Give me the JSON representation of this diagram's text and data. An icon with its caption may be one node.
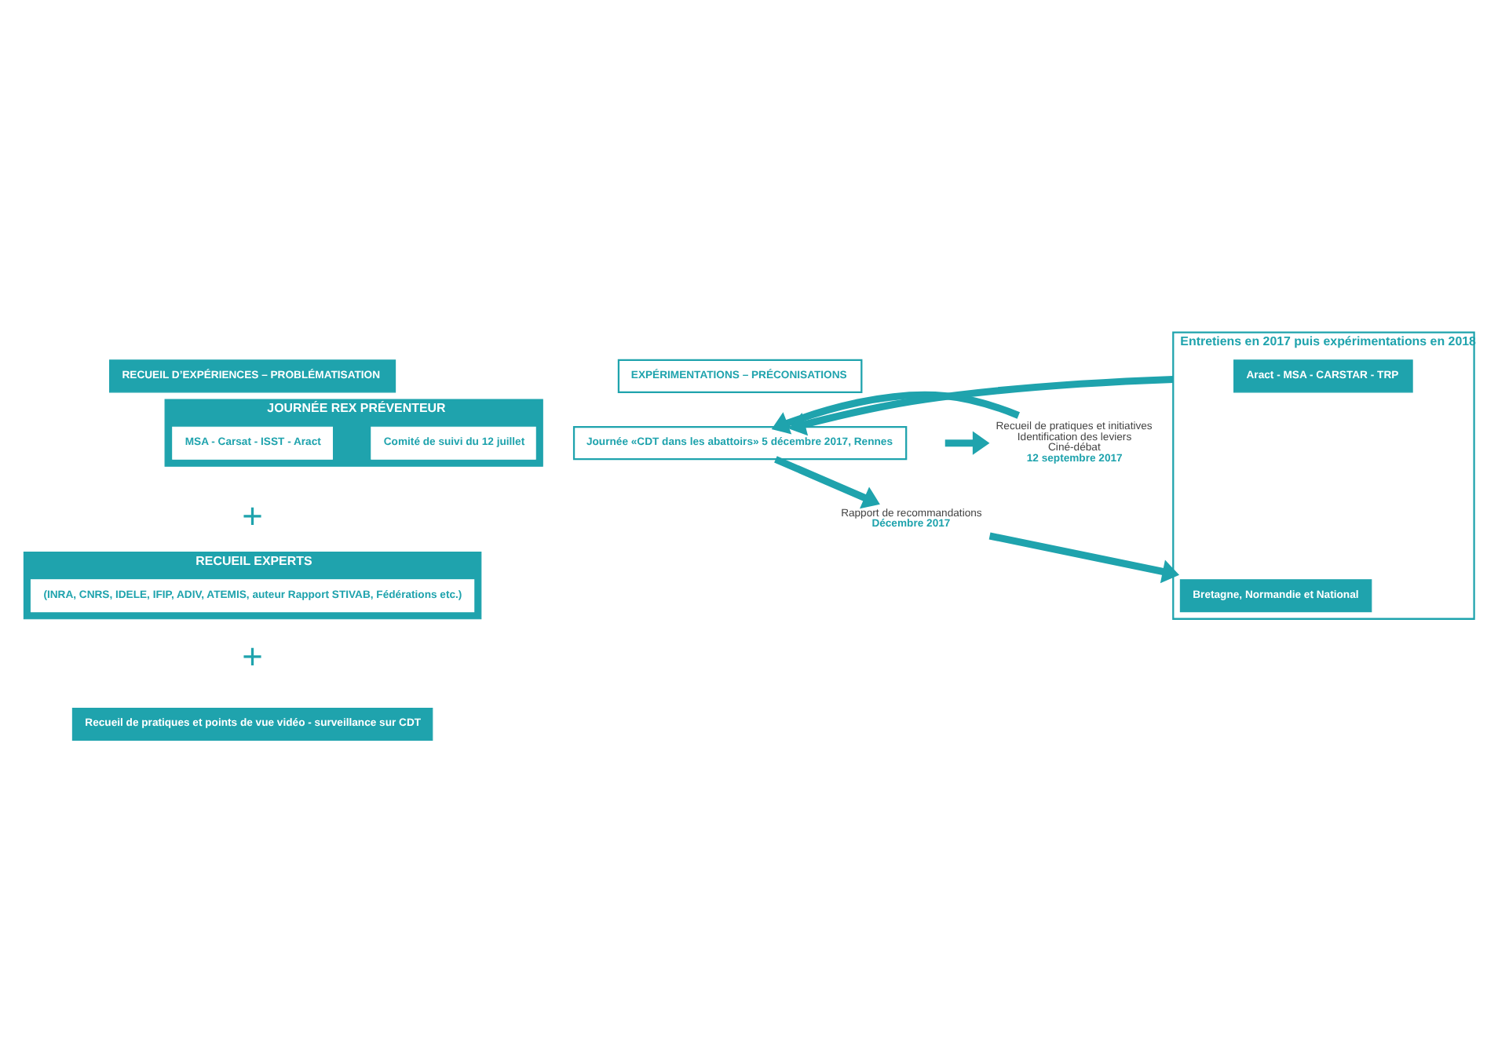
{
  "diagram": {
    "nodes": [
      {
        "text": [
          "RECUEIL D’EXPÉRIENCES – PROBLÉMATISATION"
        ]
      },
      {
        "text": [
          "EXPÉRIMENTATIONS – PRÉCONISATIONS"
        ]
      },
      {
        "text": [
          "JOURNÉE REX PRÉVENTEUR"
        ]
      },
      {
        "text": [
          "Comité de suivi du 12 juillet"
        ],
        "in": 2
      },
      {
        "text": [
          "MSA - Carsat - ISST - Aract"
        ],
        "in": 2
      },
      {
        "text": [
          "RECUEIL EXPERTS"
        ]
      },
      {
        "text": [
          "(INRA, CNRS, IDELE, IFIP, ADIV, ATEMIS, auteur Rapport STIVAB, Fédérations etc.)"
        ],
        "in": 5
      },
      {
        "text": [
          "Recueil de pratiques et points de vue vidéo - surveillance sur CDT"
        ]
      },
      {
        "text": [
          "Recueil de pratiques et initiatives",
          "Identification des leviers",
          "Ciné-débat",
          "12 septembre 2017"
        ]
      },
      {
        "text": [
          "Journée «CDT dans les abattoirs» 5 décembre 2017, Rennes"
        ]
      },
      {
        "text": [
          "Rapport de recommandations",
          "Décembre 2017"
        ]
      },
      {
        "text": [
          "Entretiens en 2017 puis expérimentations en 2018"
        ]
      },
      {
        "text": [
          "Bretagne, Normandie et National"
        ],
        "in": 11
      },
      {
        "text": [
          "Aract - MSA - CARSTAR - TRP"
        ],
        "in": 11
      }
    ],
    "edges": [
      {
        "from": null,
        "to": 8,
        "arrow": "to"
      },
      {
        "from": 8,
        "to": 9,
        "arrow": "to"
      },
      {
        "from": 9,
        "to": 10,
        "arrow": "to"
      },
      {
        "from": 10,
        "to": 11,
        "arrow": "to"
      },
      {
        "from": 11,
        "to": 9,
        "arrow": "to"
      }
    ],
    "labels": [
      "+",
      "+"
    ]
  }
}
